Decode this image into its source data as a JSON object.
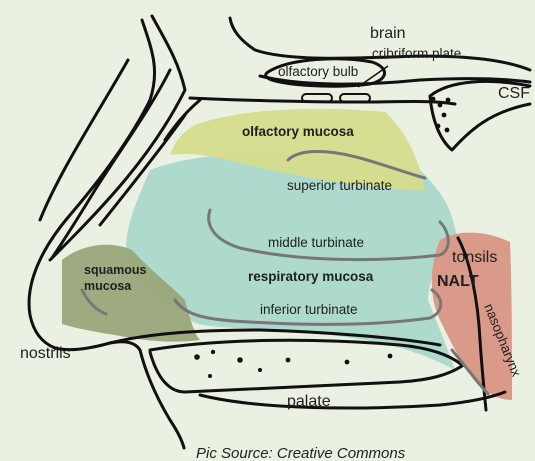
{
  "labels": {
    "brain": "brain",
    "cribriform_plate": "cribriform plate",
    "olfactory_bulb": "olfactory bulb",
    "csf": "CSF",
    "olfactory_mucosa": "olfactory mucosa",
    "superior_turbinate": "superior  turbinate",
    "middle_turbinate": "middle turbinate",
    "tonsils": "tonsils",
    "squamous_mucosa_line1": "squamous",
    "squamous_mucosa_line2": "mucosa",
    "respiratory_mucosa": "respiratory mucosa",
    "nalt": "NALT",
    "inferior_turbinate": "inferior turbinate",
    "nasopharynx": "nasopharynx",
    "nostrils": "nostrils",
    "palate": "palate",
    "source": "Pic Source: Creative Commons"
  },
  "colors": {
    "background": "#eaf1e2",
    "olfactory_mucosa": "#d6dc8c",
    "respiratory_mucosa": "#a8d8cc",
    "squamous_mucosa": "#9aa77a",
    "nalt": "#d99a8a",
    "outline": "#111111",
    "turbinate": "#777777"
  }
}
